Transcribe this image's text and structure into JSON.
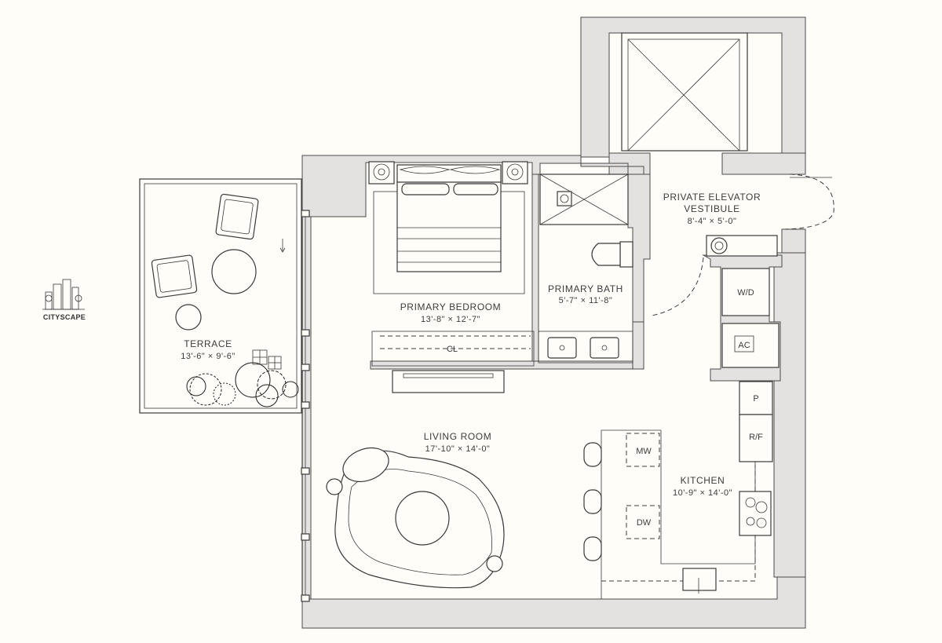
{
  "brand": {
    "name": "CITYSCAPE",
    "icon": "city-skyline-icon"
  },
  "rooms": {
    "terrace": {
      "name": "TERRACE",
      "dims": "13'-6\" × 9'-6\""
    },
    "primary_bedroom": {
      "name": "PRIMARY BEDROOM",
      "dims": "13'-8\" × 12'-7\""
    },
    "primary_bath": {
      "name": "PRIMARY BATH",
      "dims": "5'-7\" × 11'-8\""
    },
    "elevator_vestibule": {
      "name_line1": "PRIVATE ELEVATOR",
      "name_line2": "VESTIBULE",
      "dims": "8'-4\" × 5'-0\""
    },
    "living_room": {
      "name": "LIVING ROOM",
      "dims": "17'-10\" × 14'-0\""
    },
    "kitchen": {
      "name": "KITCHEN",
      "dims": "10'-9\" × 14'-0\""
    }
  },
  "fixtures": {
    "closet": "CL",
    "washer_dryer": "W/D",
    "air_conditioner": "AC",
    "pantry": "P",
    "refrigerator": "R/F",
    "microwave": "MW",
    "dishwasher": "DW"
  }
}
